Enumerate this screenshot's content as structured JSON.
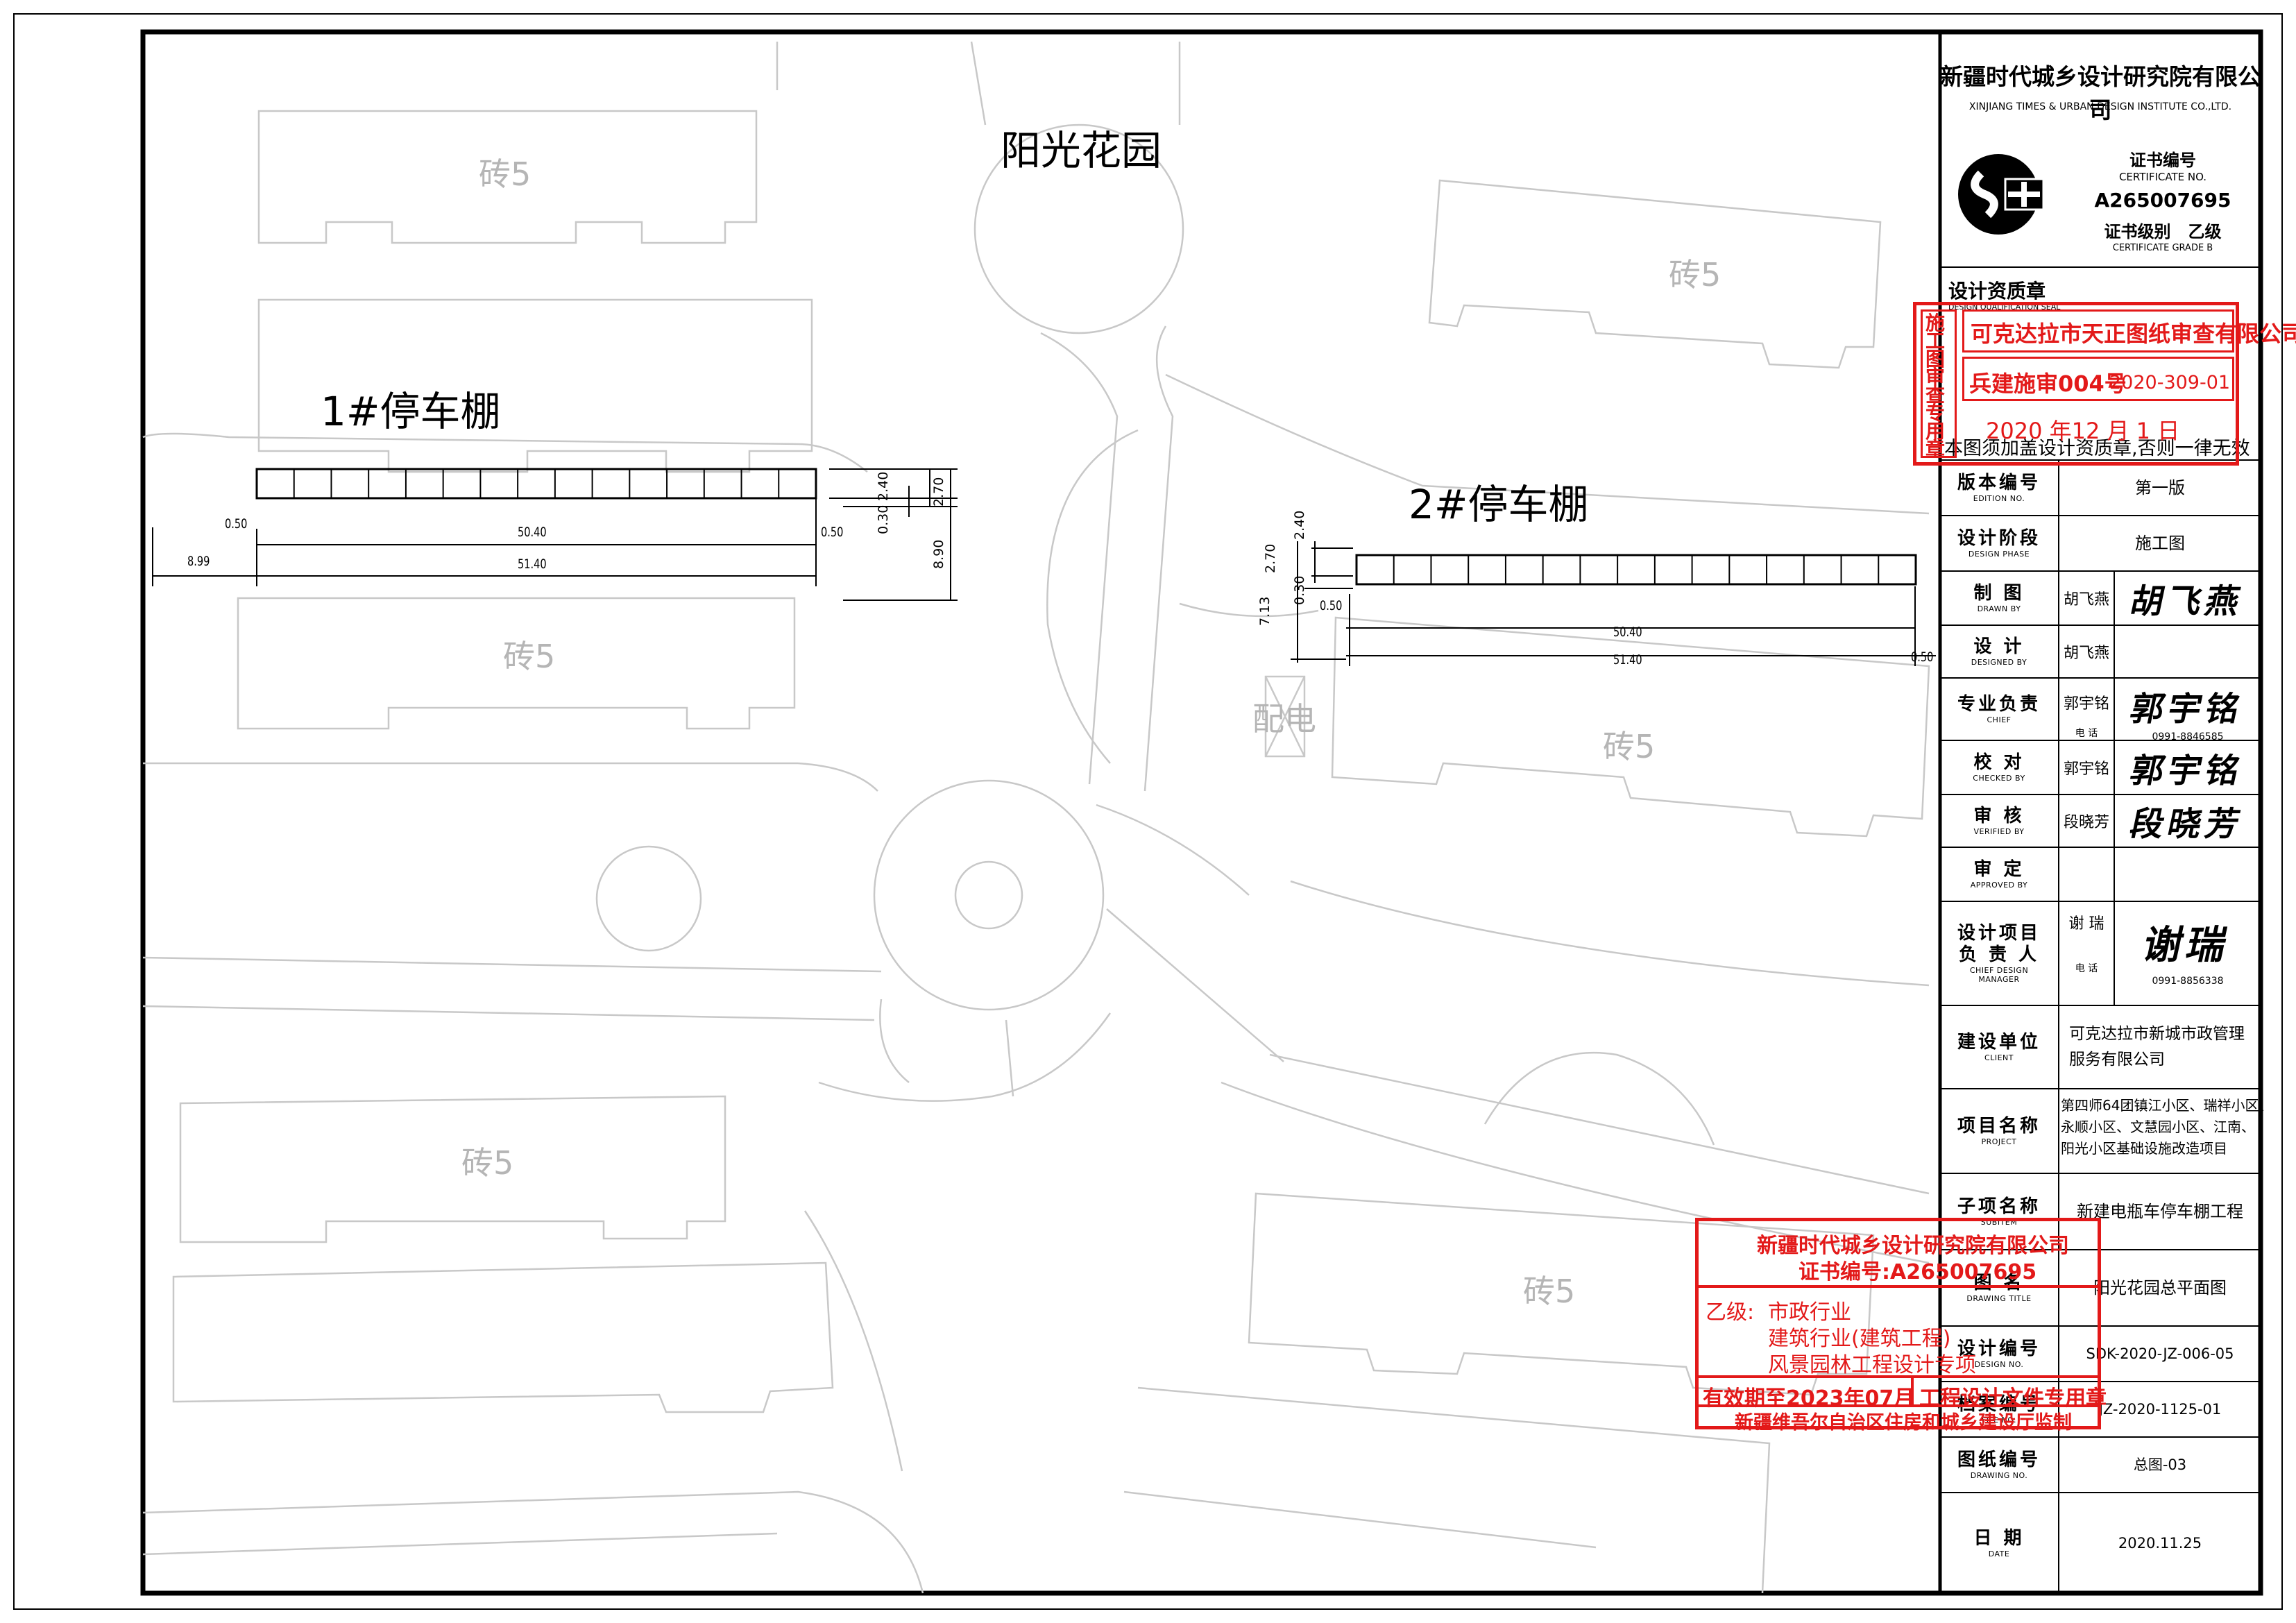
{
  "drawing": {
    "area_name": "阳光花园",
    "shed1_label": "1#停车棚",
    "shed2_label": "2#停车棚",
    "building_label": "砖5",
    "substation_label": "配电",
    "shed1_dims": {
      "overall": "51.40",
      "inner": "50.40",
      "left_margin": "0.50",
      "right_margin": "0.50",
      "offset": "8.99",
      "depth_total": "2.70",
      "depth_inner": "2.40",
      "depth_margin": "0.30",
      "spacing": "8.90"
    },
    "shed2_dims": {
      "overall": "51.40",
      "inner": "50.40",
      "left_margin": "0.50",
      "right_margin": "0.50",
      "depth_total": "2.70",
      "depth_inner": "2.40",
      "depth_margin": "0.30",
      "spacing": "7.13"
    }
  },
  "title_block": {
    "institute_zh": "新疆时代城乡设计研究院有限公司",
    "institute_en": "XINJIANG TIMES & URBAN DESIGN INSTITUTE CO.,LTD.",
    "cert_label_zh": "证书编号",
    "cert_label_en": "CERTIFICATE NO.",
    "cert_no": "A265007695",
    "grade_label_zh": "证书级别",
    "grade_value": "乙级",
    "grade_label_en": "CERTIFICATE GRADE B",
    "seal_label_zh": "设计资质章",
    "seal_label_en": "DESIGN QUALIFICATION SEAL",
    "seal_note": "本图须加盖设计资质章,否则一律无效",
    "edition_label_zh": "版本编号",
    "edition_label_en": "EDITION NO.",
    "edition_value": "第一版",
    "phase_label_zh": "设计阶段",
    "phase_label_en": "DESIGN PHASE",
    "phase_value": "施工图",
    "drawn_label_zh": "制 图",
    "drawn_label_en": "DRAWN BY",
    "drawn_name": "胡飞燕",
    "drawn_sig": "胡飞燕",
    "designed_label_zh": "设 计",
    "designed_label_en": "DESIGNED BY",
    "designed_name": "胡飞燕",
    "chief_label_zh": "专业负责",
    "chief_label_en": "CHIEF",
    "chief_name": "郭宇铭",
    "chief_sig": "郭宇铭",
    "phone_label": "电 话",
    "chief_phone": "0991-8846585",
    "checked_label_zh": "校 对",
    "checked_label_en": "CHECKED BY",
    "checked_name": "郭宇铭",
    "checked_sig": "郭宇铭",
    "verified_label_zh": "审 核",
    "verified_label_en": "VERIFIED BY",
    "verified_name": "段晓芳",
    "verified_sig": "段晓芳",
    "approved_label_zh": "审 定",
    "approved_label_en": "APPROVED BY",
    "manager_label_zh_1": "设计项目",
    "manager_label_zh_2": "负 责 人",
    "manager_label_en_1": "CHIEF DESIGN",
    "manager_label_en_2": "MANAGER",
    "manager_name": "谢 瑞",
    "manager_sig": "谢瑞",
    "manager_phone": "0991-8856338",
    "client_label_zh": "建设单位",
    "client_label_en": "CLIENT",
    "client_value_1": "可克达拉市新城市政管理",
    "client_value_2": "服务有限公司",
    "project_label_zh": "项目名称",
    "project_label_en": "PROJECT",
    "project_value_1": "第四师64团镇江小区、瑞祥小区、",
    "project_value_2": "永顺小区、文慧园小区、江南、",
    "project_value_3": "阳光小区基础设施改造项目",
    "item_label_zh": "子项名称",
    "item_label_en": "SUBITEM",
    "item_value": "新建电瓶车停车棚工程",
    "drawing_title_label_zh": "图 名",
    "drawing_title_label_en": "DRAWING TITLE",
    "drawing_title_value": "阳光花园总平面图",
    "design_no_label_zh": "设计编号",
    "design_no_label_en": "DESIGN NO.",
    "design_no_value": "SDK-2020-JZ-006-05",
    "file_no_label_zh": "档案编号",
    "file_no_label_en": "FILE NO.",
    "file_no_value": "JZ-2020-1125-01",
    "drawing_no_label_zh": "图纸编号",
    "drawing_no_label_en": "DRAWING NO.",
    "drawing_no_value": "总图-03",
    "date_label_zh": "日 期",
    "date_label_en": "DATE",
    "date_value": "2020.11.25"
  },
  "review_stamp": {
    "side_text": "施工图审查专用章",
    "company": "可克达拉市天正图纸审查有限公司",
    "code": "兵建施审004号",
    "serial": "2020-309-01",
    "date": "2020 年12 月 1 日"
  },
  "qualification_stamp": {
    "line1": "新疆时代城乡设计研究院有限公司",
    "line2": "证书编号:A265007695",
    "grade": "乙级:",
    "scope1": "市政行业",
    "scope2": "建筑行业(建筑工程)",
    "scope3": "风景园林工程设计专项",
    "validity": "有效期至2023年07月",
    "purpose": "工程设计文件专用章",
    "authority": "新疆维吾尔自治区住房和城乡建设厅监制"
  },
  "colors": {
    "stamp_red": "#e31919",
    "background_lines": "#c8c8c8",
    "building_text": "#b5b5b5"
  }
}
